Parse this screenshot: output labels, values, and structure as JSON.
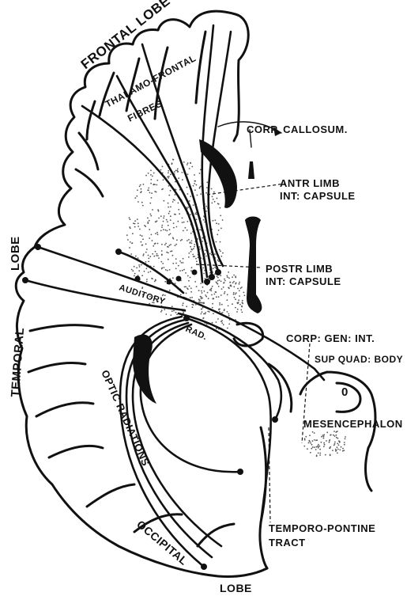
{
  "labels": {
    "frontal_lobe": "FRONTAL LOBE",
    "thalamo_frontal": "THALAMO-FRONTAL",
    "fibres": "FIBRES",
    "corp_callosum": "CORP. CALLOSUM.",
    "antr_limb": "ANTR LIMB",
    "int_capsule_1": "INT: CAPSULE",
    "postr_limb": "POSTR LIMB",
    "int_capsule_2": "INT: CAPSULE",
    "lobe_left": "LOBE",
    "temporal": "TEMPORAL",
    "auditory": "AUDITORY",
    "rad": "RAD.",
    "corp_gen_int": "CORP: GEN: INT.",
    "sup_quad_body": "SUP QUAD: BODY",
    "mesencephalon": "MESENCEPHALON",
    "optic_radiations": "OPTIC RADIATIONS",
    "temporo_pontine": "TEMPORO-PONTINE",
    "tract": "TRACT",
    "occipital": "OCCIPITAL",
    "lobe_bottom": "LOBE",
    "aqueduct_mark": "0"
  }
}
